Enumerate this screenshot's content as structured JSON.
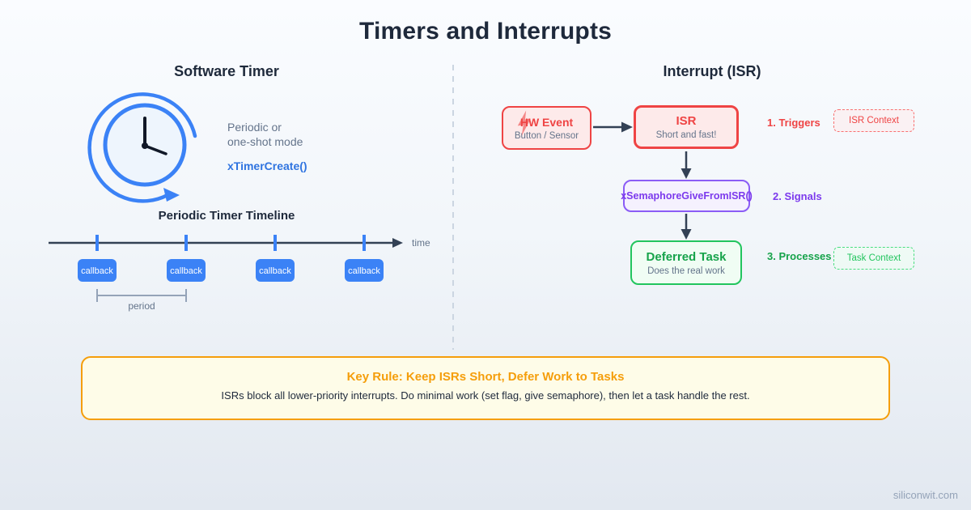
{
  "page": {
    "title": "Timers and Interrupts",
    "watermark": "siliconwit.com"
  },
  "software_timer": {
    "heading": "Software Timer",
    "mode_line1": "Periodic or",
    "mode_line2": "one-shot mode",
    "api": "xTimerCreate()",
    "timeline": {
      "heading": "Periodic Timer Timeline",
      "axis_label": "time",
      "callbacks": [
        "callback",
        "callback",
        "callback",
        "callback"
      ],
      "period_label": "period"
    }
  },
  "interrupt": {
    "heading": "Interrupt (ISR)",
    "hw_event": {
      "title": "HW Event",
      "subtitle": "Button / Sensor"
    },
    "isr": {
      "title": "ISR",
      "subtitle": "Short and fast!"
    },
    "semaphore": {
      "label": "xSemaphoreGiveFromISR()"
    },
    "deferred_task": {
      "title": "Deferred Task",
      "subtitle": "Does the real work"
    },
    "steps": [
      {
        "label": "1. Triggers"
      },
      {
        "label": "2. Signals"
      },
      {
        "label": "3. Processes"
      }
    ],
    "contexts": [
      {
        "label": "ISR Context"
      },
      {
        "label": "Task Context"
      }
    ]
  },
  "key_rule": {
    "title": "Key Rule: Keep ISRs Short, Defer Work to Tasks",
    "body": "ISRs block all lower-priority interrupts. Do minimal work (set flag, give semaphore), then let a task handle the rest."
  },
  "colors": {
    "title_text": "#1e293b",
    "blue_accent": "#3b82f6",
    "api_blue": "#2f74e0",
    "muted_text": "#64748b",
    "red_accent": "#ef4444",
    "red_fill": "#fdeaea",
    "purple_accent": "#8b5cf6",
    "purple_text": "#7c3aed",
    "green_accent": "#22c55e",
    "green_text": "#16a34a",
    "orange_accent": "#f59e0b",
    "keyrule_fill": "#fefce8",
    "arrow": "#334155",
    "divider": "#cbd5e1",
    "watermark": "#94a3b8"
  }
}
